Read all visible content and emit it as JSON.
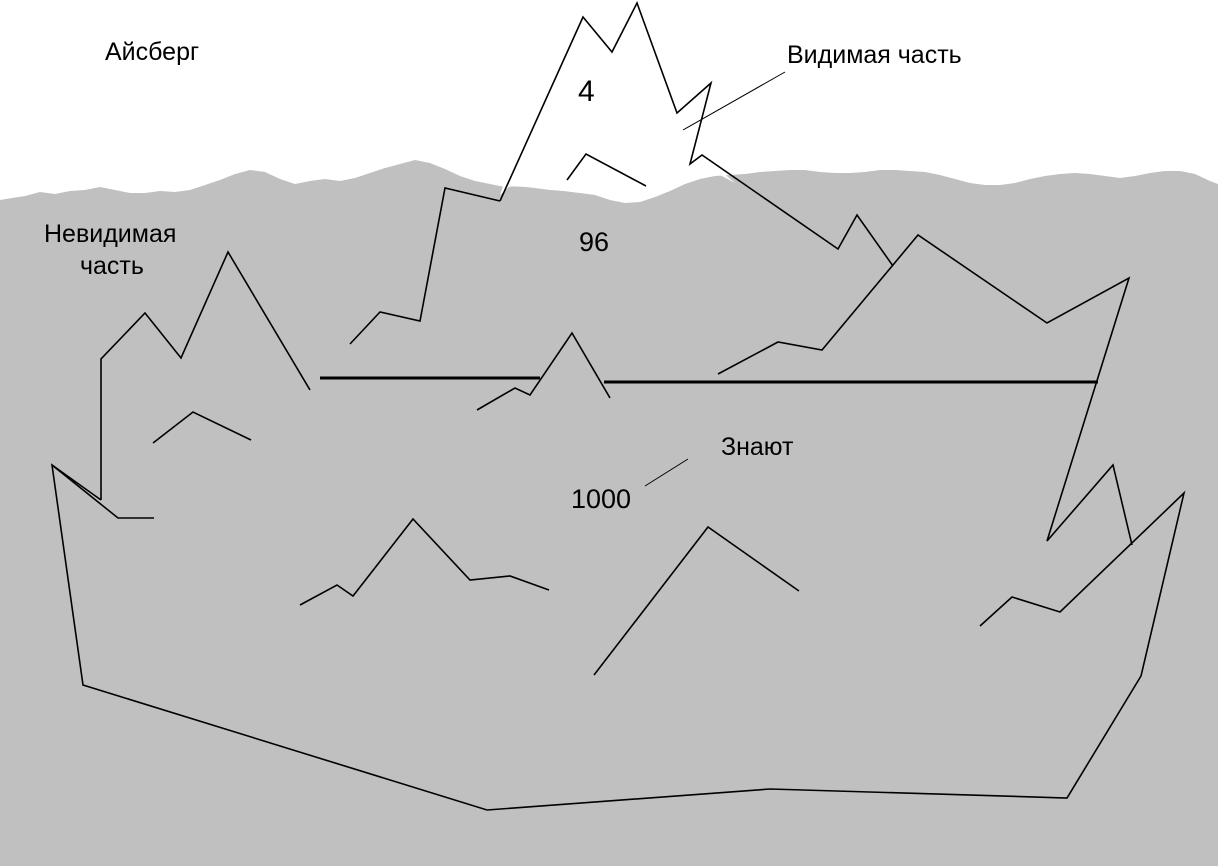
{
  "title": "Айсберг",
  "labels": {
    "visible_part": "Видимая часть",
    "invisible_part_line1": "Невидимая",
    "invisible_part_line2": "часть",
    "know": "Знают"
  },
  "values": {
    "tip": "4",
    "middle": "96",
    "bottom": "1000"
  },
  "colors": {
    "water": "#c0c0c0",
    "sky": "#ffffff",
    "tip_fill": "#ffffff",
    "lines": "#000000"
  }
}
